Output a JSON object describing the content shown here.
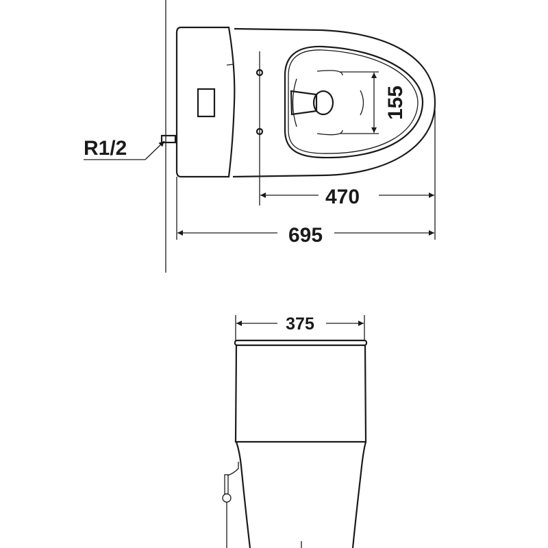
{
  "drawing": {
    "top_view": {
      "thread_label": "R1/2",
      "dimensions": {
        "outlet_width": "155",
        "bowl_length": "470",
        "total_length": "695"
      }
    },
    "front_view": {
      "dimensions": {
        "total_width": "375"
      }
    },
    "line_color": "#1a1a1a"
  }
}
